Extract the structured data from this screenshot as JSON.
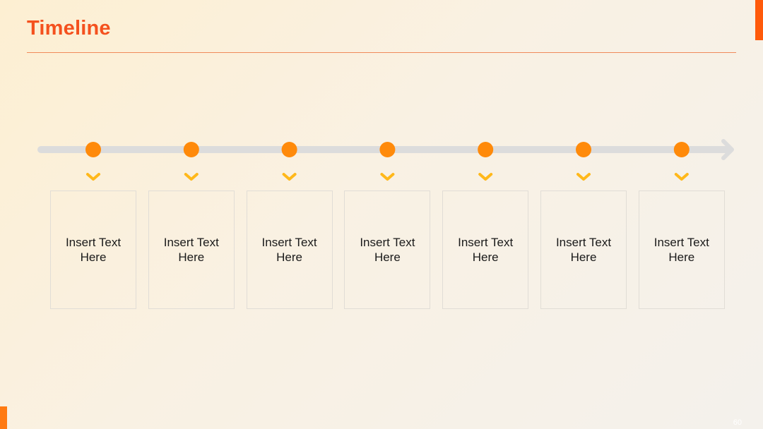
{
  "slide": {
    "title": "Timeline",
    "page_number": "60"
  },
  "timeline": {
    "items": [
      {
        "text": "Insert Text\nHere"
      },
      {
        "text": "Insert Text\nHere"
      },
      {
        "text": "Insert Text\nHere"
      },
      {
        "text": "Insert Text\nHere"
      },
      {
        "text": "Insert Text\nHere"
      },
      {
        "text": "Insert Text\nHere"
      },
      {
        "text": "Insert Text\nHere"
      }
    ]
  },
  "colors": {
    "title": "#f4511e",
    "accent_bar": "#ff5a0a",
    "node": "#ff8a0a",
    "chevron": "#ffb81a",
    "track": "#dcdcdc"
  },
  "icons": {
    "node": "circle-node-icon",
    "chevron": "chevron-down-icon",
    "arrow": "arrow-right-icon"
  }
}
